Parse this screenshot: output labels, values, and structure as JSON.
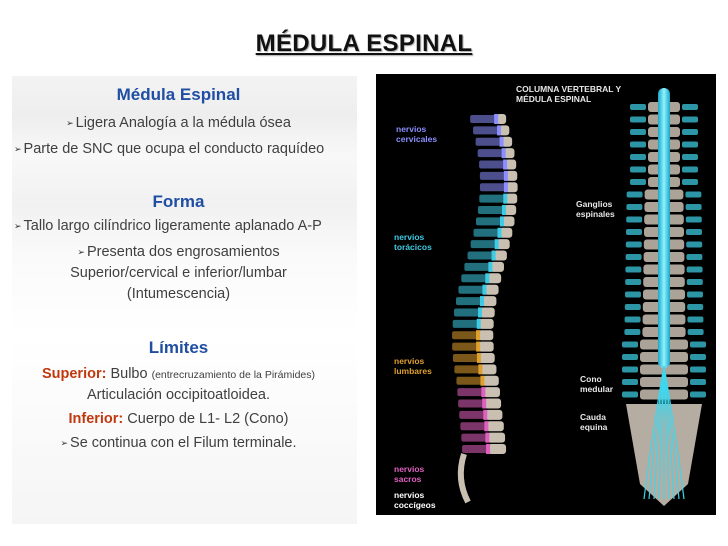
{
  "slide_title": "MÉDULA ESPINAL",
  "left_panel": {
    "heading1": "Médula Espinal",
    "bullet1": "Ligera Analogía a la médula ósea",
    "bullet2": "Parte de SNC que ocupa el conducto raquídeo",
    "heading2": "Forma",
    "bullet3": "Tallo largo cilíndrico ligeramente aplanado A-P",
    "bullet4_line1": "Presenta dos engrosamientos",
    "bullet4_line2": "Superior/cervical  e inferior/lumbar",
    "bullet4_line3": "(Intumescencia)",
    "heading3": "Límites",
    "superior_label": "Superior:",
    "superior_value": "Bulbo",
    "superior_note": "(entrecruzamiento de la Pirámides)",
    "superior_line2": "Articulación occipitoatloidea.",
    "inferior_label": "Inferior:",
    "inferior_value": "Cuerpo de L1- L2 (Cono)",
    "bullet5": "Se continua con el Filum terminale."
  },
  "figure": {
    "title_line1": "COLUMNA VERTEBRAL Y",
    "title_line2": "MÉDULA ESPINAL",
    "label_cervical_1": "nervios",
    "label_cervical_2": "cervicales",
    "label_toracic_1": "nervios",
    "label_toracic_2": "torácicos",
    "label_lumbar_1": "nervios",
    "label_lumbar_2": "lumbares",
    "label_sacro_1": "nervios",
    "label_sacro_2": "sacros",
    "label_cocc_1": "nervios",
    "label_cocc_2": "coccígeos",
    "label_ganglios_1": "Ganglios",
    "label_ganglios_2": "espinales",
    "label_cono_1": "Cono",
    "label_cono_2": "medular",
    "label_cauda_1": "Cauda",
    "label_cauda_2": "equina",
    "colors": {
      "cervical": "#8b8fff",
      "toracic": "#3ecbe6",
      "lumbar": "#e0a030",
      "sacro": "#e060c0",
      "cocc": "#ffffff",
      "spine_cyan": "#3fd6ee",
      "bone": "#c9c0b2"
    }
  }
}
